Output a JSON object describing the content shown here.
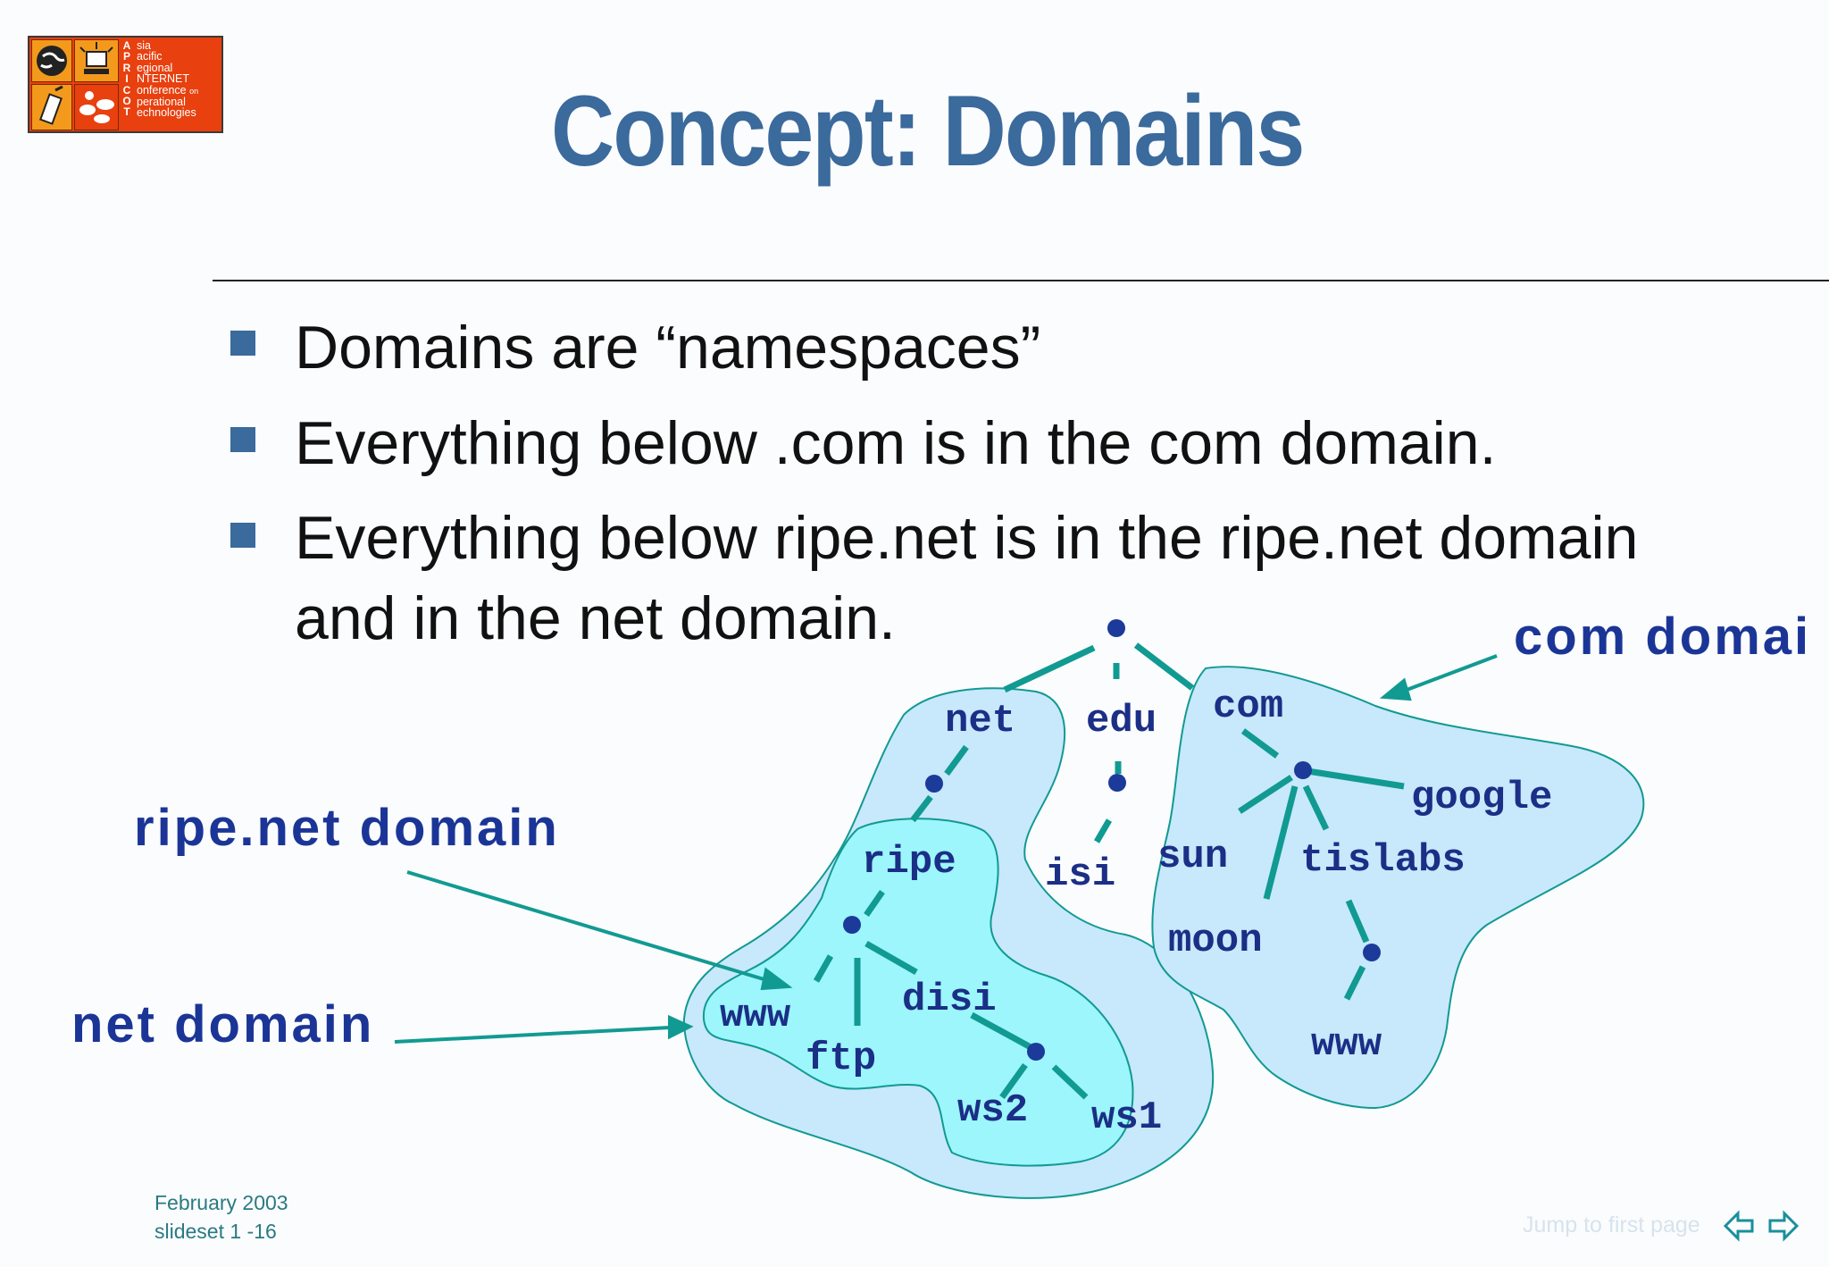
{
  "logo": {
    "letters": [
      "A",
      "P",
      "R",
      "I",
      "C",
      "O",
      "T"
    ],
    "words": [
      "sia",
      "acific",
      "egional",
      "NTERNET",
      "onference",
      "perational",
      "echnologies"
    ],
    "on_text": "on"
  },
  "slide": {
    "title": "Concept: Domains",
    "bullets": [
      "Domains are “namespaces”",
      "Everything below .com is in the com domain.",
      "Everything below ripe.net is in the ripe.net domain",
      "and in the net domain."
    ]
  },
  "diagram": {
    "domain_labels": {
      "com": "com domai",
      "ripe_net": "ripe.net domain",
      "net": "net domain"
    },
    "nodes": {
      "net": "net",
      "edu": "edu",
      "com": "com",
      "ripe": "ripe",
      "isi": "isi",
      "sun": "sun",
      "google": "google",
      "tislabs": "tislabs",
      "moon": "moon",
      "www_ripe": "www",
      "ftp": "ftp",
      "disi": "disi",
      "ws2": "ws2",
      "ws1": "ws1",
      "www_tislabs": "www"
    },
    "colors": {
      "net_region": "#c8e8fb",
      "ripe_region": "#9cf6fb",
      "edge": "#119a92",
      "node": "#1b3a9a",
      "label": "#1b3597"
    }
  },
  "footer": {
    "date": "February 2003",
    "slideset": "slideset 1 -16",
    "jump": "Jump to first page"
  },
  "nav_icons": [
    "left-arrow-icon",
    "right-arrow-icon"
  ]
}
